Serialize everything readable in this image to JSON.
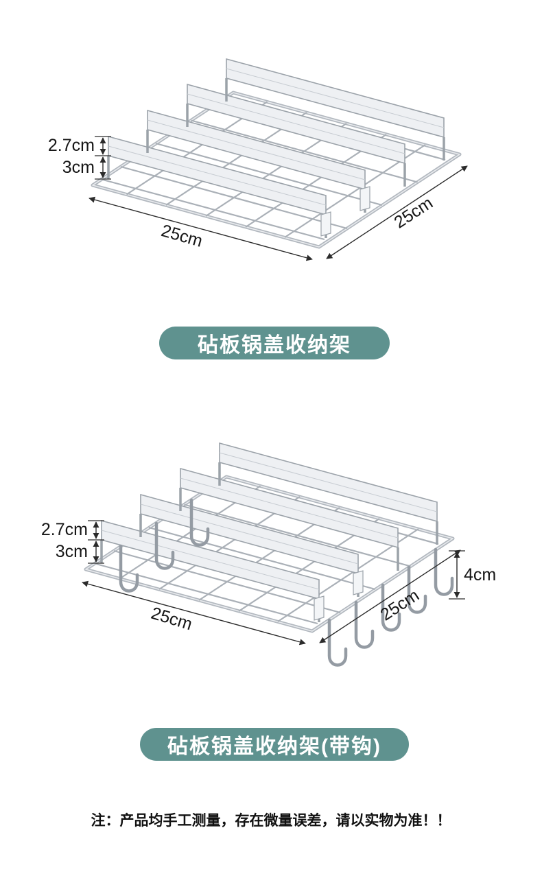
{
  "page": {
    "bg": "#ffffff",
    "accent": "#5f928f",
    "note": "注：产品均手工测量，存在微量误差，请以实物为准！！"
  },
  "product1": {
    "badge": "砧板锅盖收纳架",
    "dims": {
      "bracket": "2.7cm",
      "gap": "3cm",
      "width": "25cm",
      "depth": "25cm"
    }
  },
  "product2": {
    "badge": "砧板锅盖收纳架(带钩)",
    "dims": {
      "bracket": "2.7cm",
      "gap": "3cm",
      "hook": "4cm",
      "width": "25cm",
      "depth": "25cm"
    }
  }
}
